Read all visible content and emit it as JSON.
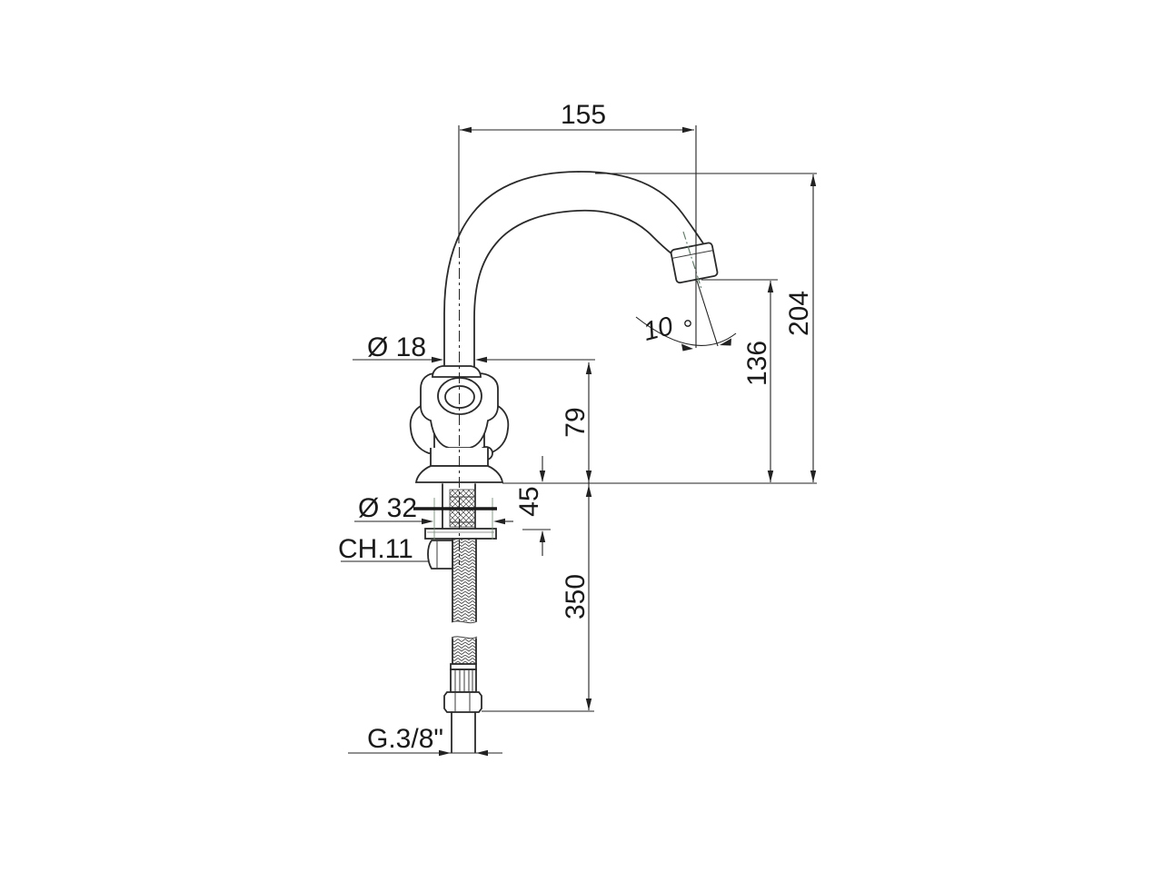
{
  "drawing": {
    "type": "technical-dimension-drawing",
    "subject": "single-hole basin tap with swivel swan-neck spout, cross handle and flexible supply hose",
    "background": "#ffffff",
    "line_color": "#222222",
    "accent_line_color": "#5f8068",
    "dims": {
      "spout_reach": "155",
      "total_height": "204",
      "spout_outlet_height": "136",
      "spout_angle": "10",
      "spout_diameter": "Ø 18",
      "body_height": "79",
      "base_diameter": "Ø 32",
      "mount_thickness": "45",
      "wrench_size": "CH.11",
      "hose_length": "350",
      "thread_size": "G.3/8\""
    }
  }
}
